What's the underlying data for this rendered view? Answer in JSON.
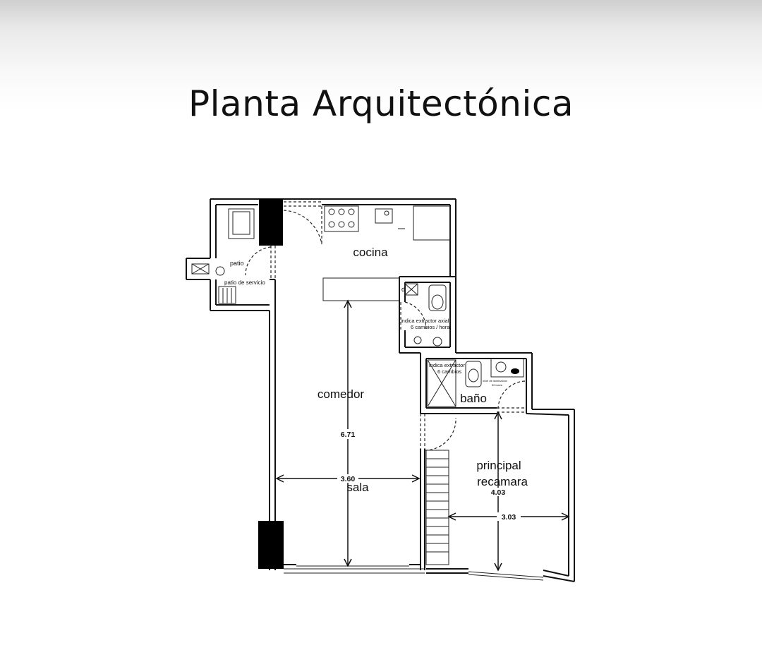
{
  "title": "Planta Arquitectónica",
  "rooms": {
    "cocina": "cocina",
    "comedor": "comedor",
    "sala": "sala",
    "bano": "baño",
    "principal": "principal",
    "recamara": "recamara",
    "patio": "patio",
    "patio_servicio": "patio de servicio",
    "ducto": "d"
  },
  "notes": {
    "extractor_axial_1": "indica extractor axial,",
    "extractor_axial_2": "6 cambios / hora.",
    "extractor_1": "indica extractor",
    "extractor_2": "6 cambios",
    "iluminacion_1": "nivel de iluminacion",
    "iluminacion_2": "50 luxes"
  },
  "dimensions": {
    "largo_sala": "6.71",
    "ancho_sala": "3.60",
    "largo_recamara": "4.03",
    "ancho_recamara": "3.03"
  }
}
